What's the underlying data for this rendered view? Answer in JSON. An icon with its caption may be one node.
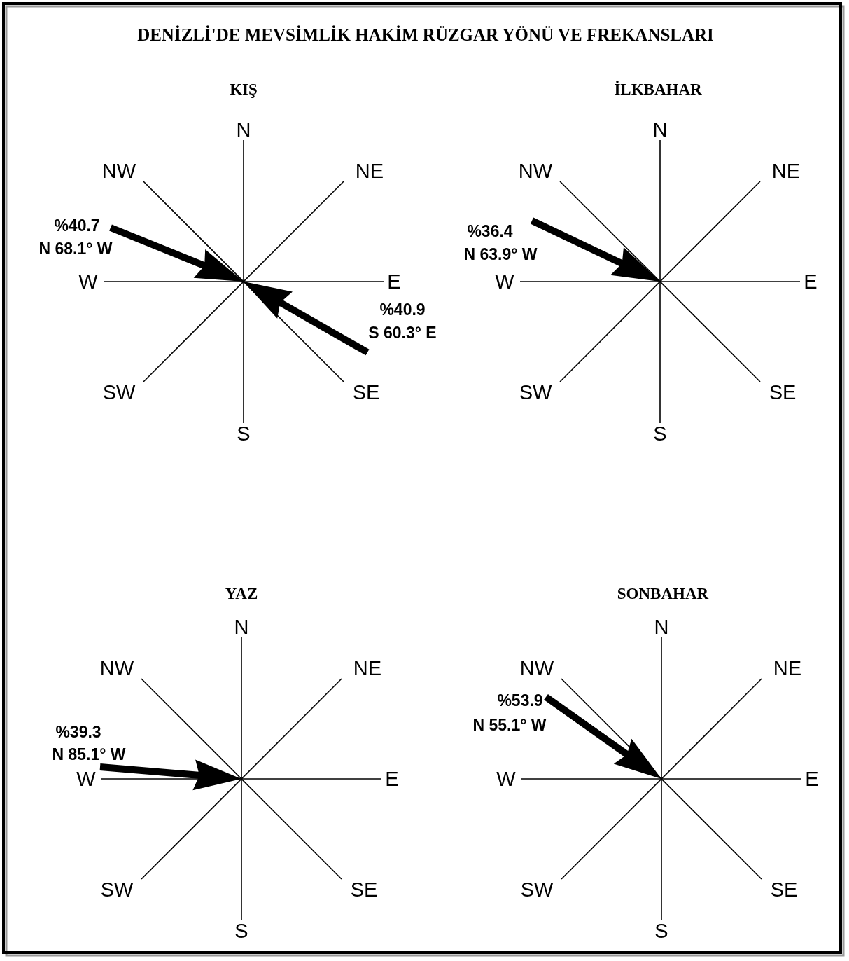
{
  "diagram": {
    "title": "DENİZLİ'DE MEVSİMLİK HAKİM RÜZGAR YÖNÜ VE  FREKANSLARI",
    "labels": [
      "KIŞ",
      "N",
      "NW",
      "NE",
      "%40.7",
      "N 68.1° W",
      "W",
      "E",
      "%40.9",
      "S 60.3° E",
      "SW",
      "SE",
      "S",
      "İLKBAHAR",
      "N",
      "NW",
      "NE",
      "%36.4",
      "N 63.9° W",
      "W",
      "E",
      "SW",
      "SE",
      "S",
      "YAZ",
      "N",
      "NW",
      "NE",
      "%39.3",
      "N 85.1° W",
      "W",
      "E",
      "SW",
      "SE",
      "S",
      "SONBAHAR",
      "N",
      "NW",
      "NE",
      "%53.9",
      "N 55.1° W",
      "W",
      "E",
      "SW",
      "SE",
      "S"
    ]
  }
}
